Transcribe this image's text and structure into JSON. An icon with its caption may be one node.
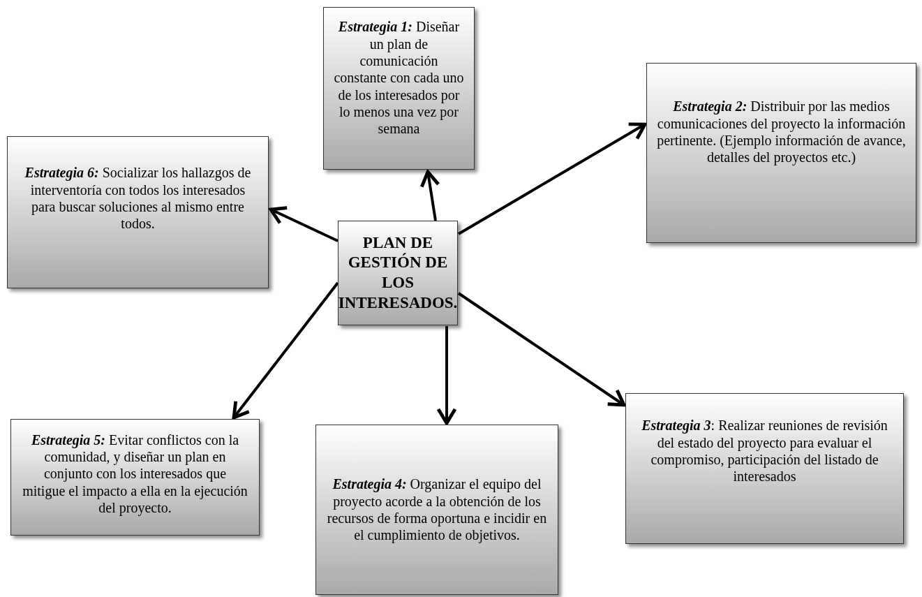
{
  "diagram": {
    "nodes": [
      {
        "text": [
          "PLAN DE GESTIÓN DE LOS INTERESADOS."
        ]
      },
      {
        "text": [
          "**Estrategia 1:** Diseñar un plan de comunicación constante con cada uno de los interesados por lo menos una vez por semana"
        ]
      },
      {
        "text": [
          "**Estrategia 2:** Distribuir por las medios comunicaciones del proyecto la información pertinente. (Ejemplo información de avance, detalles del proyectos etc.)"
        ]
      },
      {
        "text": [
          "**Estrategia 3**: Realizar reuniones de revisión del estado del proyecto para evaluar el compromiso, participación del listado de interesados"
        ]
      },
      {
        "text": [
          "**Estrategia 4:** Organizar el equipo del proyecto acorde a la obtención de los recursos de forma oportuna e incidir en el cumplimiento de objetivos."
        ]
      },
      {
        "text": [
          "**Estrategia 5:** Evitar conflictos con la comunidad, y diseñar un plan en conjunto con los interesados que mitigue el impacto a ella en la ejecución del proyecto."
        ]
      },
      {
        "text": [
          "**Estrategia 6:** Socializar los hallazgos de interventoría con todos los interesados para buscar soluciones al mismo entre todos."
        ]
      }
    ],
    "edges": [
      {
        "from": 0,
        "to": 1,
        "arrow": "to"
      },
      {
        "from": 0,
        "to": 2,
        "arrow": "to"
      },
      {
        "from": 0,
        "to": 3,
        "arrow": "to"
      },
      {
        "from": 0,
        "to": 4,
        "arrow": "to"
      },
      {
        "from": 0,
        "to": 5,
        "arrow": "to"
      },
      {
        "from": 0,
        "to": 6,
        "arrow": "to"
      }
    ]
  }
}
